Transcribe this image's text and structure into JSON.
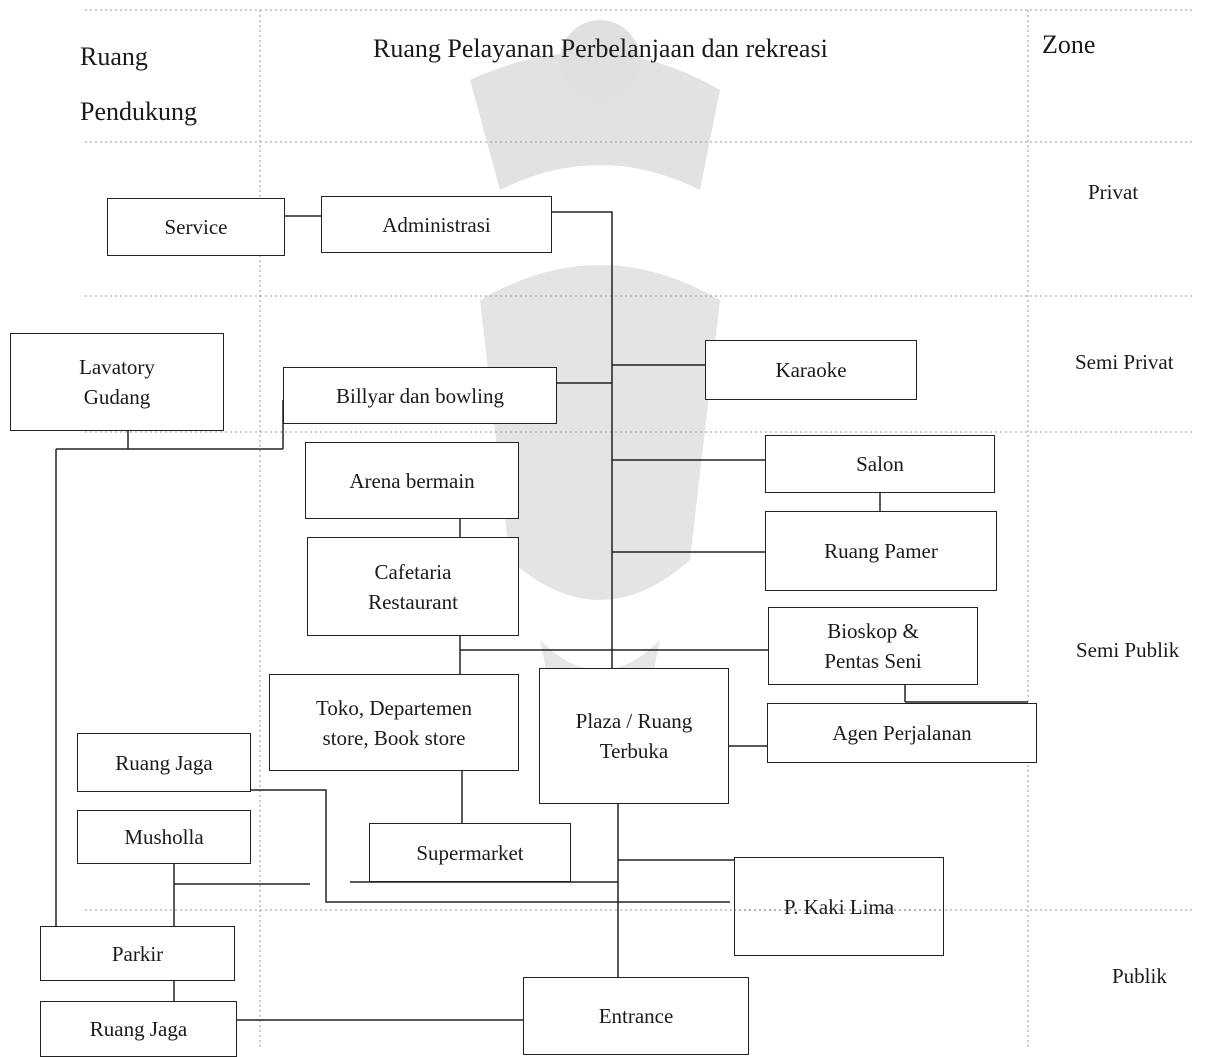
{
  "header": {
    "col1_line1": "Ruang",
    "col1_line2": "Pendukung",
    "col2": "Ruang Pelayanan Perbelanjaan dan rekreasi",
    "col3": "Zone"
  },
  "zones": {
    "privat": "Privat",
    "semi_privat": "Semi Privat",
    "semi_publik": "Semi Publik",
    "publik": "Publik"
  },
  "boxes": {
    "service": "Service",
    "administrasi": "Administrasi",
    "lavatory": [
      "Lavatory",
      "Gudang"
    ],
    "billyar": "Billyar dan bowling",
    "karaoke": "Karaoke",
    "arena": "Arena bermain",
    "salon": "Salon",
    "cafetaria": [
      "Cafetaria",
      "Restaurant"
    ],
    "ruang_pamer": "Ruang Pamer",
    "bioskop": [
      "Bioskop &",
      "Pentas Seni"
    ],
    "toko": [
      "Toko, Departemen",
      "store, Book store"
    ],
    "plaza": [
      "Plaza / Ruang",
      "Terbuka"
    ],
    "agen": "Agen Perjalanan",
    "ruang_jaga_1": "Ruang Jaga",
    "musholla": "Musholla",
    "supermarket": "Supermarket",
    "kaki_lima": "P. Kaki Lima",
    "parkir": "Parkir",
    "entrance": "Entrance",
    "ruang_jaga_2": "Ruang Jaga"
  },
  "colors": {
    "line": "#222222",
    "grid": "#999999",
    "watermark": "#cfcfcf"
  }
}
